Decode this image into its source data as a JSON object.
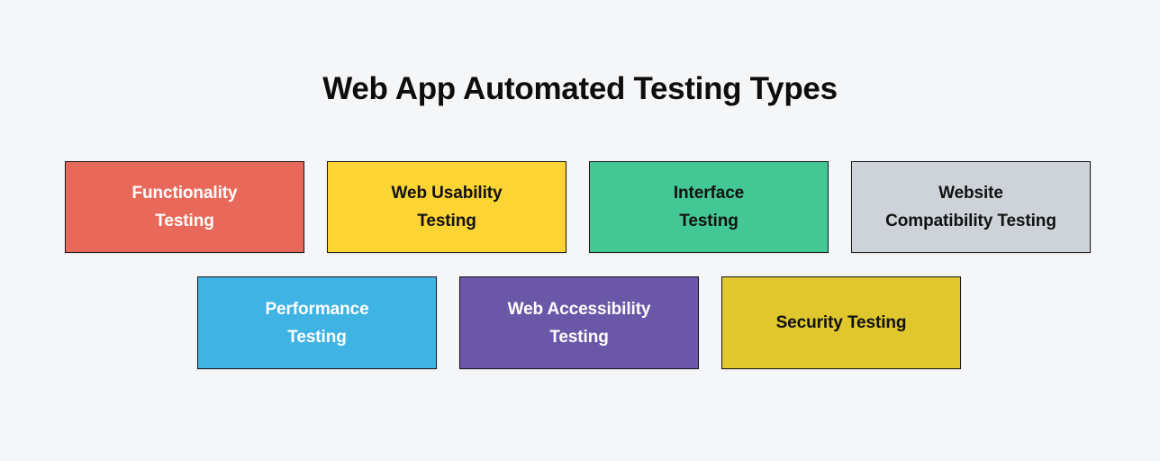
{
  "page": {
    "title": "Web App Automated Testing Types",
    "background_color": "#F5F6F8",
    "title_color": "#0D0D0D"
  },
  "chart_data": {
    "type": "diagram",
    "title": "Web App Automated Testing Types",
    "layout": "two-row grid of labeled rectangles",
    "rows": [
      {
        "row_index": 1,
        "count": 4,
        "items": [
          "Functionality Testing",
          "Web Usability Testing",
          "Interface Testing",
          "Website Compatibility Testing"
        ]
      },
      {
        "row_index": 2,
        "count": 3,
        "items": [
          "Performance Testing",
          "Web Accessibility Testing",
          "Security Testing"
        ]
      }
    ]
  },
  "rows": [
    {
      "name": "row-1",
      "boxes": [
        {
          "label": "Functionality\nTesting",
          "plain_label": "Functionality Testing",
          "fill": "#E8695A",
          "text_color": "#FFFFFF",
          "border": "#17171A"
        },
        {
          "label": "Web Usability\nTesting",
          "plain_label": "Web Usability Testing",
          "fill": "#FCD434",
          "text_color": "#111111",
          "border": "#17171A"
        },
        {
          "label": "Interface\nTesting",
          "plain_label": "Interface Testing",
          "fill": "#43C795",
          "text_color": "#111111",
          "border": "#17171A"
        },
        {
          "label": "Website\nCompatibility Testing",
          "plain_label": "Website Compatibility Testing",
          "fill": "#CED3D9",
          "text_color": "#111111",
          "border": "#17171A"
        }
      ]
    },
    {
      "name": "row-2",
      "boxes": [
        {
          "label": "Performance\nTesting",
          "plain_label": "Performance Testing",
          "fill": "#3FB3E3",
          "text_color": "#FFFFFF",
          "border": "#17171A"
        },
        {
          "label": "Web Accessibility\nTesting",
          "plain_label": "Web Accessibility Testing",
          "fill": "#6B57A8",
          "text_color": "#FFFFFF",
          "border": "#17171A"
        },
        {
          "label": "Security Testing",
          "plain_label": "Security Testing",
          "fill": "#DFC72D",
          "text_color": "#111111",
          "border": "#17171A"
        }
      ]
    }
  ]
}
